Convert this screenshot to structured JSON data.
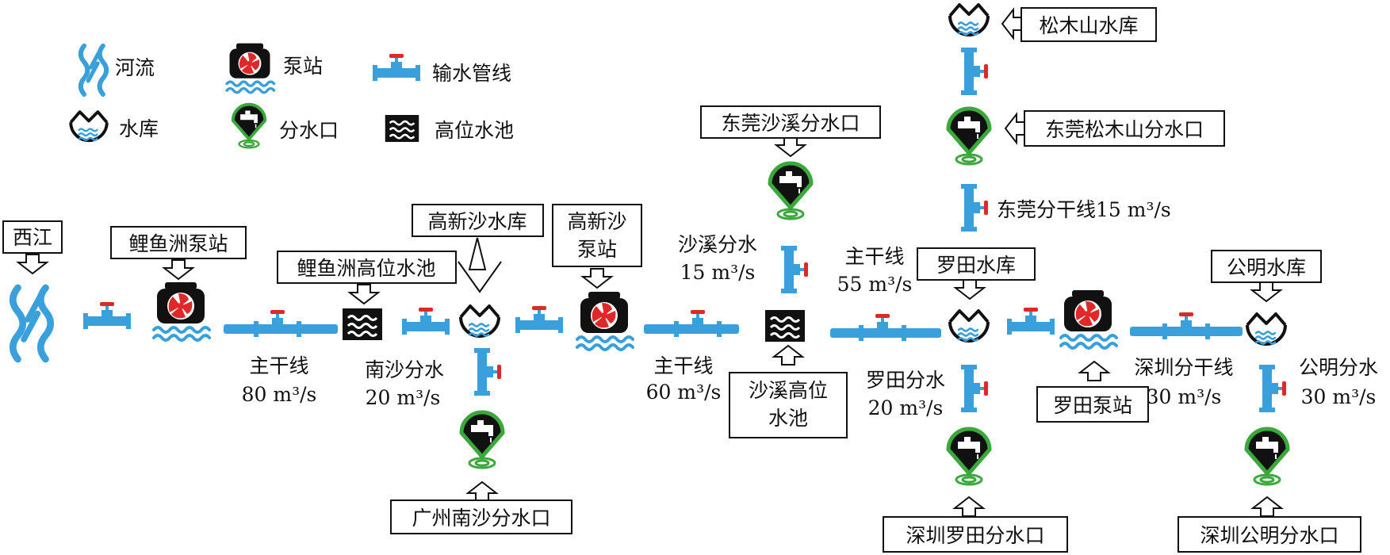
{
  "legend": {
    "river": "河流",
    "pump_station": "泵站",
    "pipeline": "输水管线",
    "reservoir": "水库",
    "outlet": "分水口",
    "high_pool": "高位水池"
  },
  "nodes": {
    "xijiang": "西江",
    "liyuzhou_pump": "鲤鱼洲泵站",
    "liyuzhou_pool": "鲤鱼洲高位水池",
    "gaoxinsha_res": "高新沙水库",
    "gaoxinsha_pump_l1": "高新沙",
    "gaoxinsha_pump_l2": "泵站",
    "guangzhou_nansha": "广州南沙分水口",
    "shaxi_pool_l1": "沙溪高位",
    "shaxi_pool_l2": "水池",
    "dongguan_shaxi": "东莞沙溪分水口",
    "luotian_res": "罗田水库",
    "songmushan_res": "松木山水库",
    "dongguan_songmushan": "东莞松木山分水口",
    "shenzhen_luotian": "深圳罗田分水口",
    "luotian_pump": "罗田泵站",
    "gongming_res": "公明水库",
    "shenzhen_gongming": "深圳公明分水口"
  },
  "flows": {
    "main1_name": "主干线",
    "main1_val": "80 m³/s",
    "nansha_name": "南沙分水",
    "nansha_val": "20 m³/s",
    "main2_name": "主干线",
    "main2_val": "60 m³/s",
    "shaxi_name": "沙溪分水",
    "shaxi_val": "15 m³/s",
    "main3_name": "主干线",
    "main3_val": "55 m³/s",
    "dongguan_branch": "东莞分干线15 m³/s",
    "luotian_name": "罗田分水",
    "luotian_val": "20 m³/s",
    "shenzhen_branch_name": "深圳分干线",
    "shenzhen_branch_val": "30 m³/s",
    "gongming_name": "公明分水",
    "gongming_val": "30 m³/s"
  },
  "colors": {
    "pipe": "#3aa0dc",
    "valve": "#e02828",
    "pump_fan": "#e02828",
    "outlet_ring": "#3aa83a",
    "dark": "#111111"
  },
  "icons": [
    "river-icon",
    "pump-station-icon",
    "pipe-valve-icon",
    "reservoir-icon",
    "outlet-icon",
    "high-pool-icon"
  ]
}
